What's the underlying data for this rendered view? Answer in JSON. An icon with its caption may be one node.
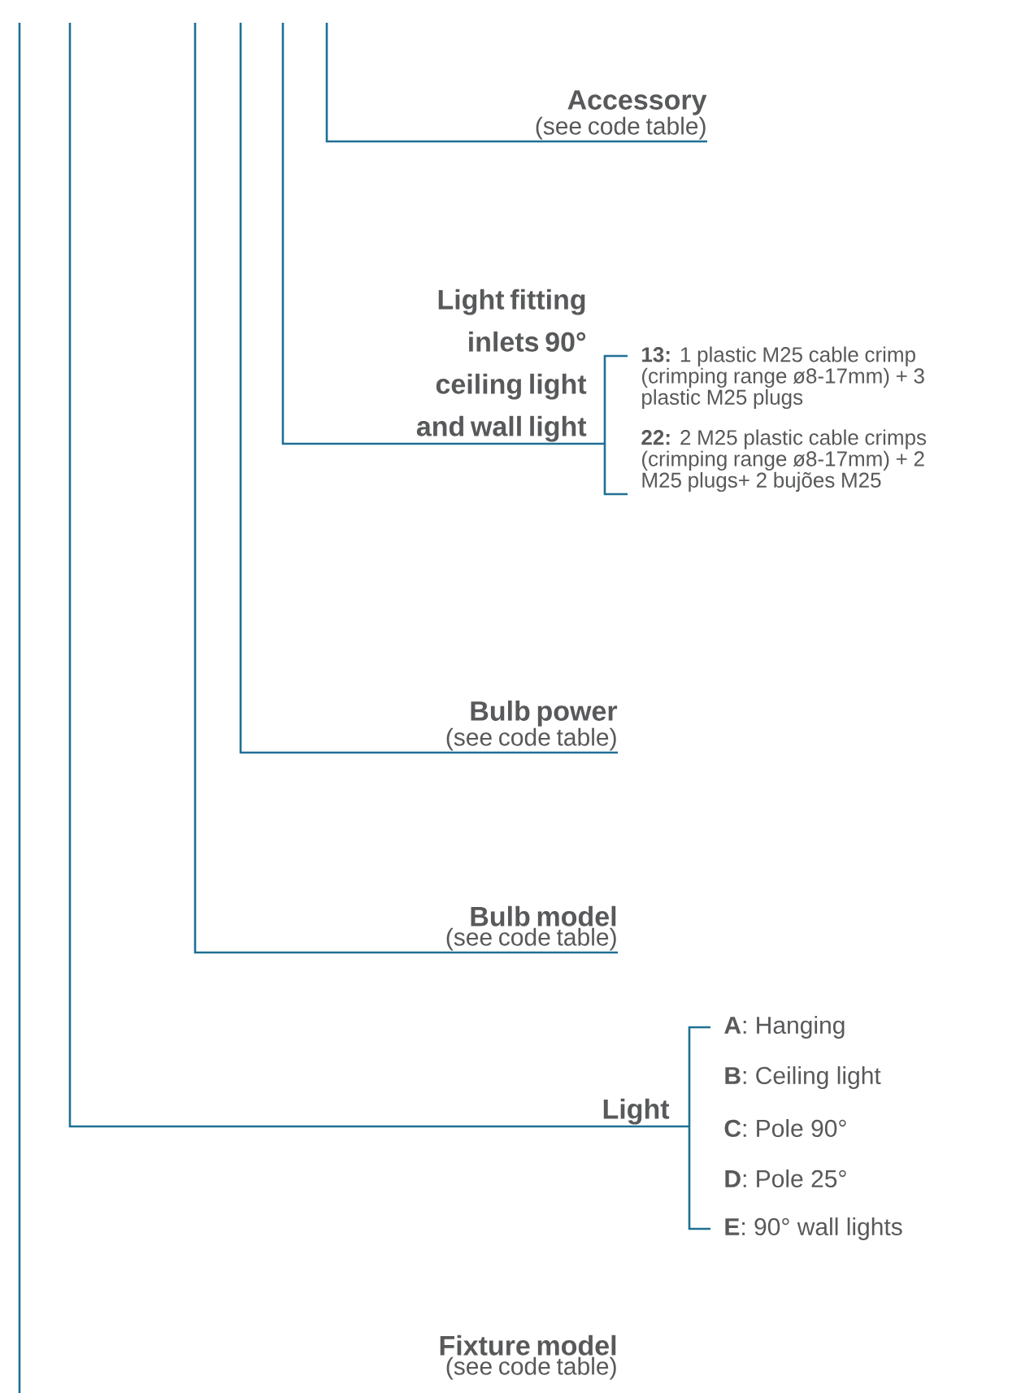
{
  "diagram": {
    "nodes": [
      {
        "text": [
          "Accessory",
          "(see code table)"
        ]
      },
      {
        "text": [
          "Light fitting inlets 90° ceiling light and wall light"
        ]
      },
      {
        "text": [
          "Bulb power",
          "(see code table)"
        ]
      },
      {
        "text": [
          "Bulb model",
          "(see code table)"
        ]
      },
      {
        "text": [
          "Light"
        ]
      },
      {
        "text": [
          "Fixture model",
          "(see code table)"
        ]
      }
    ],
    "edges": [
      {
        "from": null,
        "to": 0,
        "arrow": "none"
      },
      {
        "from": null,
        "to": 1,
        "arrow": "none"
      },
      {
        "from": null,
        "to": 2,
        "arrow": "none"
      },
      {
        "from": null,
        "to": 3,
        "arrow": "none"
      },
      {
        "from": null,
        "to": 4,
        "arrow": "none"
      }
    ],
    "labels": [
      "**13:** 1 plastic M25 cable crimp (crimping range ø8-17mm) + 3 plastic M25 plugs",
      "**22:** 2 M25 plastic cable crimps (crimping range ø8-17mm) + 2 M25 plugs+ 2 bujões M25",
      "**A**: Hanging",
      "**B**: Ceiling light",
      "**C**: Pole 90°",
      "**D**: Pole 25°",
      "**E**: 90° wall lights"
    ]
  }
}
